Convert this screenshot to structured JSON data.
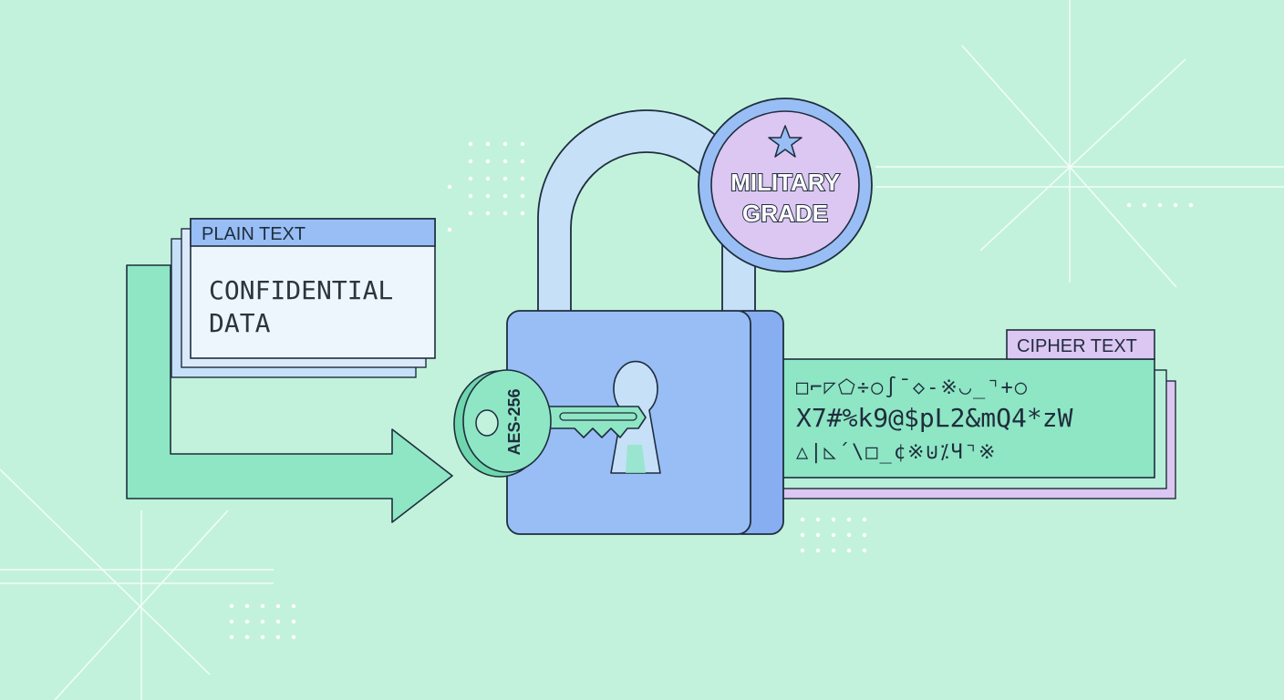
{
  "plain_text_card": {
    "header": "PLAIN TEXT",
    "lines": [
      "CONFIDENTIAL",
      "DATA"
    ]
  },
  "cipher_text_card": {
    "header": "CIPHER TEXT",
    "lines": [
      "□⌐◸⬠÷○∫¯◇-※◡_⌝+○",
      "X7#%k9@$pL2&mQ4*zW",
      "△|◺´\\□_¢※⊍⁒Ч⌝※"
    ]
  },
  "key": {
    "label": "AES-256"
  },
  "badge": {
    "lines": [
      "MILITARY",
      "GRADE"
    ],
    "icon": "star-icon"
  },
  "colors": {
    "background": "#c2f2dc",
    "outline": "#1f2d3d",
    "lock_body": "#98bef5",
    "lock_shackle": "#c6e0f8",
    "key": "#8ee6c4",
    "badge_fill": "#dcc6f2",
    "badge_ring": "#98bef5",
    "plain_header": "#98bef5",
    "plain_body": "#eef6fd",
    "cipher_header": "#dcc6f2",
    "cipher_body": "#8ee6c4",
    "arrow": "#8ee6c4"
  }
}
